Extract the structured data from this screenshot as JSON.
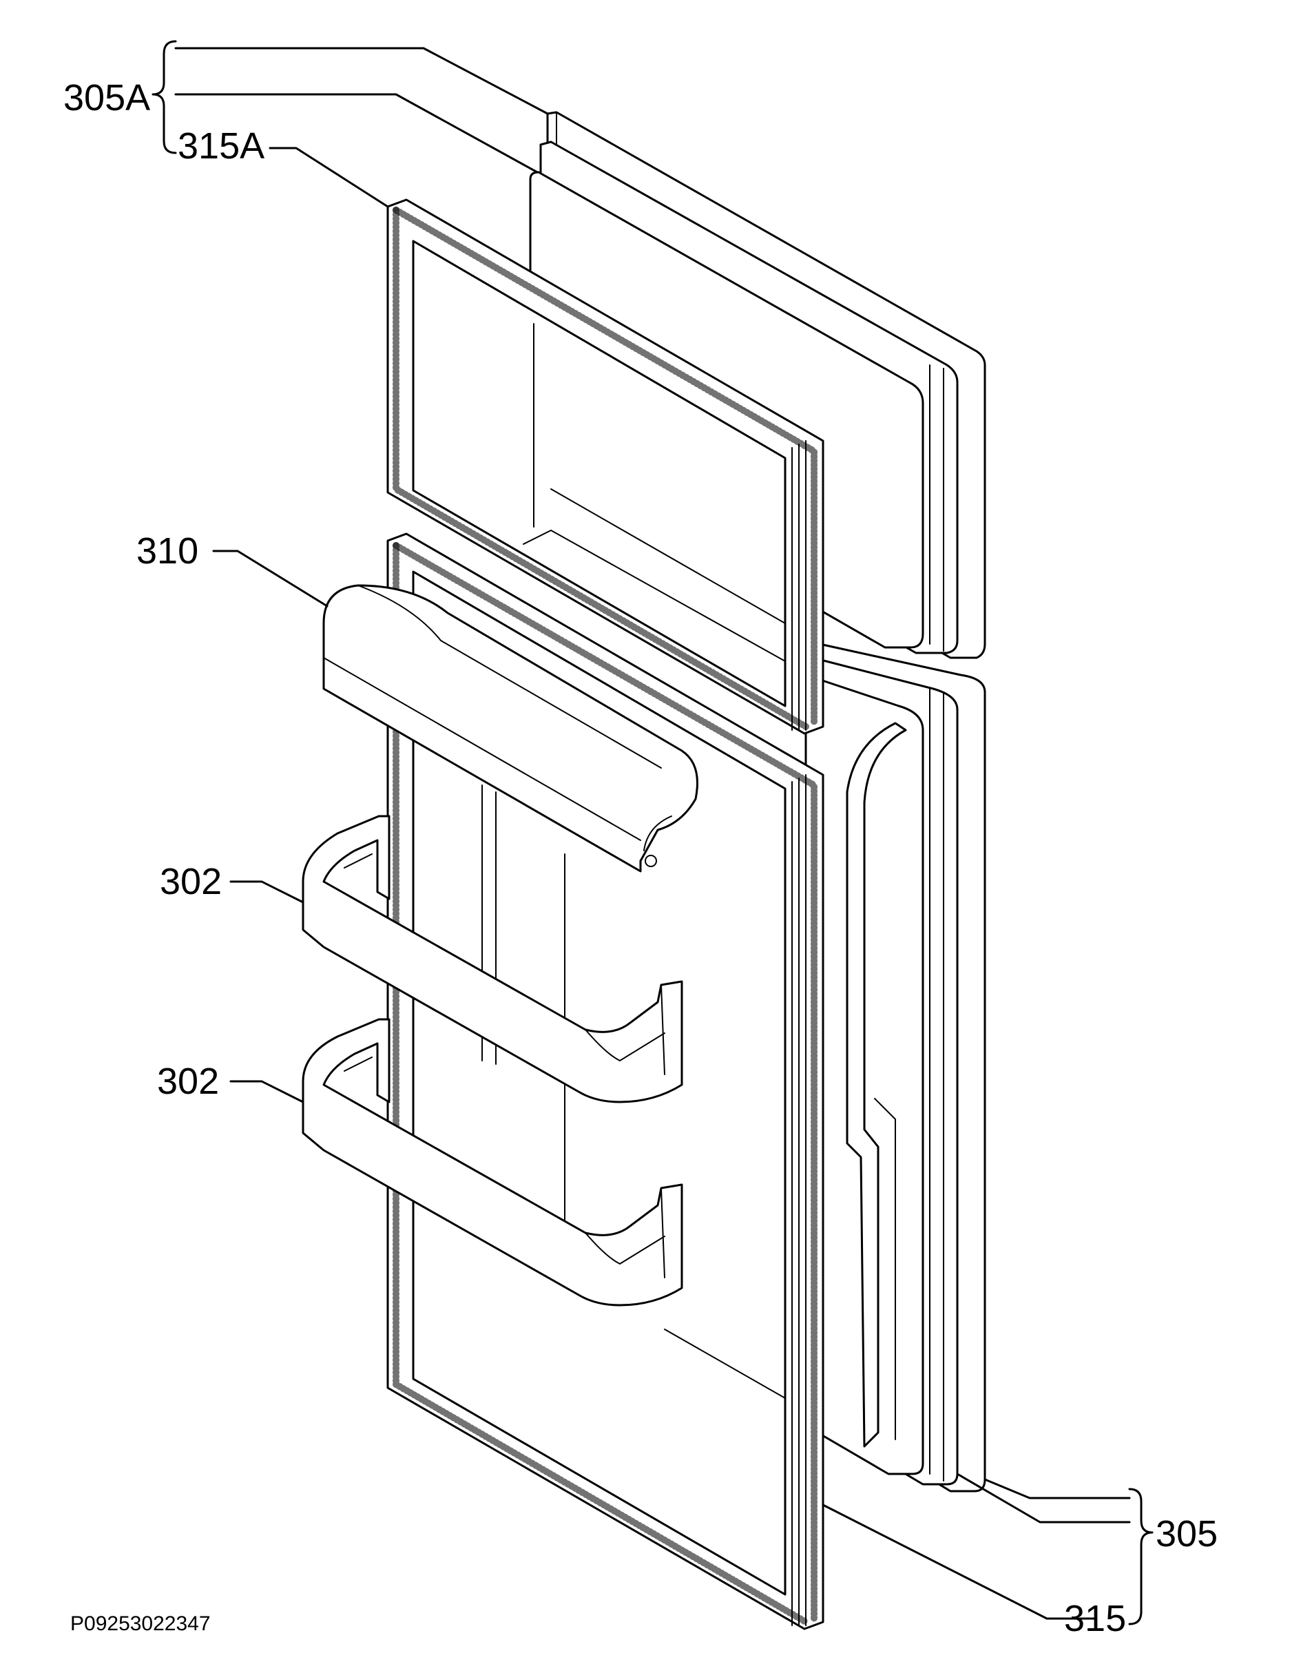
{
  "labels": {
    "outer_door_assembly_top": "305A",
    "gasket_top": "315A",
    "handle": "310",
    "shelf_upper": "302",
    "shelf_lower": "302",
    "outer_door_assembly_bottom": "305",
    "gasket_bottom": "315"
  },
  "drawing_code": "P09253022347"
}
